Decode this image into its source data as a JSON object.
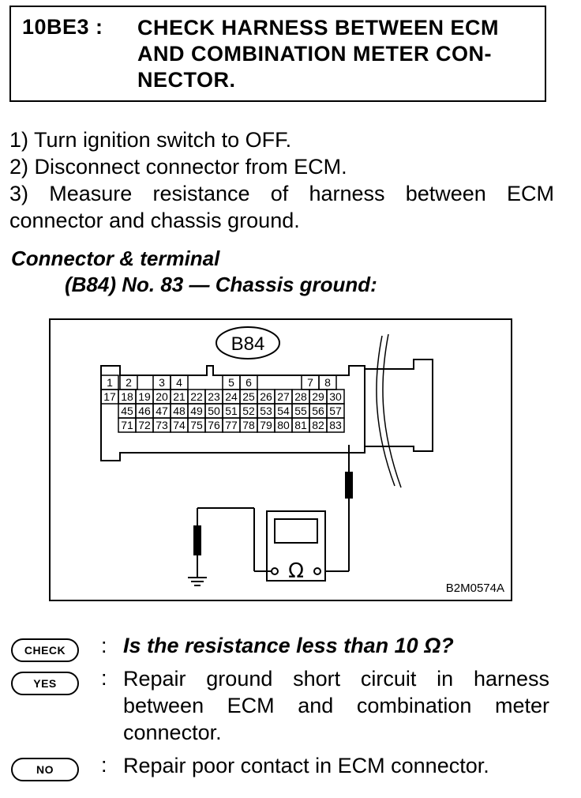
{
  "header": {
    "code": "10BE3 :",
    "title": "CHECK HARNESS BETWEEN ECM AND COMBINATION METER CON- NECTOR."
  },
  "steps": [
    "1) Turn ignition switch to OFF.",
    "2) Disconnect connector from ECM.",
    "3) Measure resistance of harness between ECM connector and chassis ground."
  ],
  "connector": {
    "heading": "Connector & terminal",
    "detail": "(B84) No. 83 — Chassis ground:"
  },
  "diagram": {
    "connector_label": "B84",
    "figure_code": "B2M0574A",
    "meter_symbol": "Ω",
    "row1": [
      "1",
      "2",
      "3",
      "4",
      "5",
      "6",
      "7",
      "8"
    ],
    "row2": [
      "17",
      "18",
      "19",
      "20",
      "21",
      "22",
      "23",
      "24",
      "25",
      "26",
      "27",
      "28",
      "29",
      "30"
    ],
    "row3": [
      "45",
      "46",
      "47",
      "48",
      "49",
      "50",
      "51",
      "52",
      "53",
      "54",
      "55",
      "56",
      "57"
    ],
    "row4": [
      "71",
      "72",
      "73",
      "74",
      "75",
      "76",
      "77",
      "78",
      "79",
      "80",
      "81",
      "82",
      "83"
    ]
  },
  "check": {
    "check_label": "CHECK",
    "question": "Is the resistance less than 10 Ω?",
    "yes_label": "YES",
    "yes_text": "Repair ground short circuit in harness between ECM and combination meter connector.",
    "no_label": "NO",
    "no_text": "Repair poor contact in ECM connector.",
    "colon": ":"
  }
}
